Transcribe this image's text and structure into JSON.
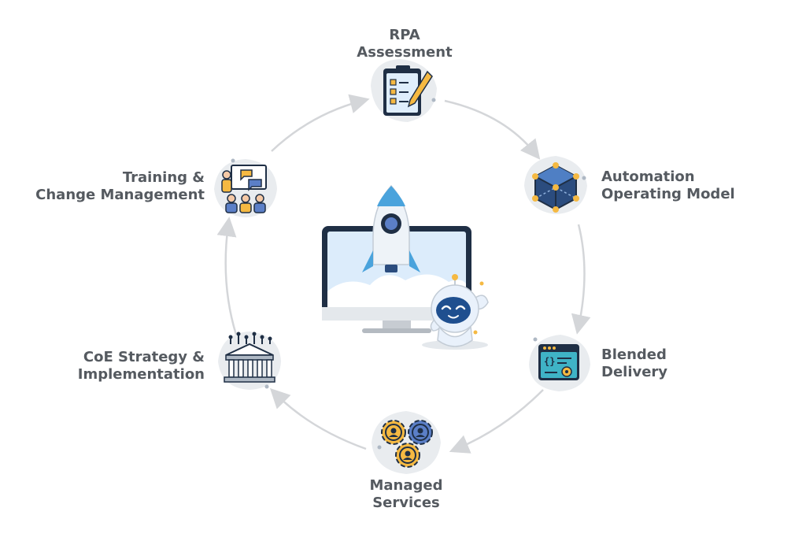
{
  "steps": [
    {
      "id": "rpa-assessment",
      "line1": "RPA",
      "line2": "Assessment",
      "icon": "clipboard-checklist-icon"
    },
    {
      "id": "automation-operating-model",
      "line1": "Automation",
      "line2": "Operating Model",
      "icon": "cube-network-icon"
    },
    {
      "id": "blended-delivery",
      "line1": "Blended",
      "line2": "Delivery",
      "icon": "code-window-icon"
    },
    {
      "id": "managed-services",
      "line1": "Managed",
      "line2": "Services",
      "icon": "gears-team-icon"
    },
    {
      "id": "coe-strategy",
      "line1": "CoE Strategy &",
      "line2": "Implementation",
      "icon": "circuit-building-icon"
    },
    {
      "id": "training",
      "line1": "Training &",
      "line2": "Change Management",
      "icon": "presentation-team-icon"
    }
  ],
  "center": {
    "icon": "monitor-rocket-robot-icon"
  },
  "colors": {
    "label": "#555a60",
    "arrow": "#d4d6d9",
    "blob": "#e9ecef",
    "monitor_frame": "#1f2f45",
    "screen": "#dcecfb",
    "rocket_nose": "#4aa3dc",
    "robot": "#e9f1fb",
    "robot_face": "#1f4f8f"
  }
}
